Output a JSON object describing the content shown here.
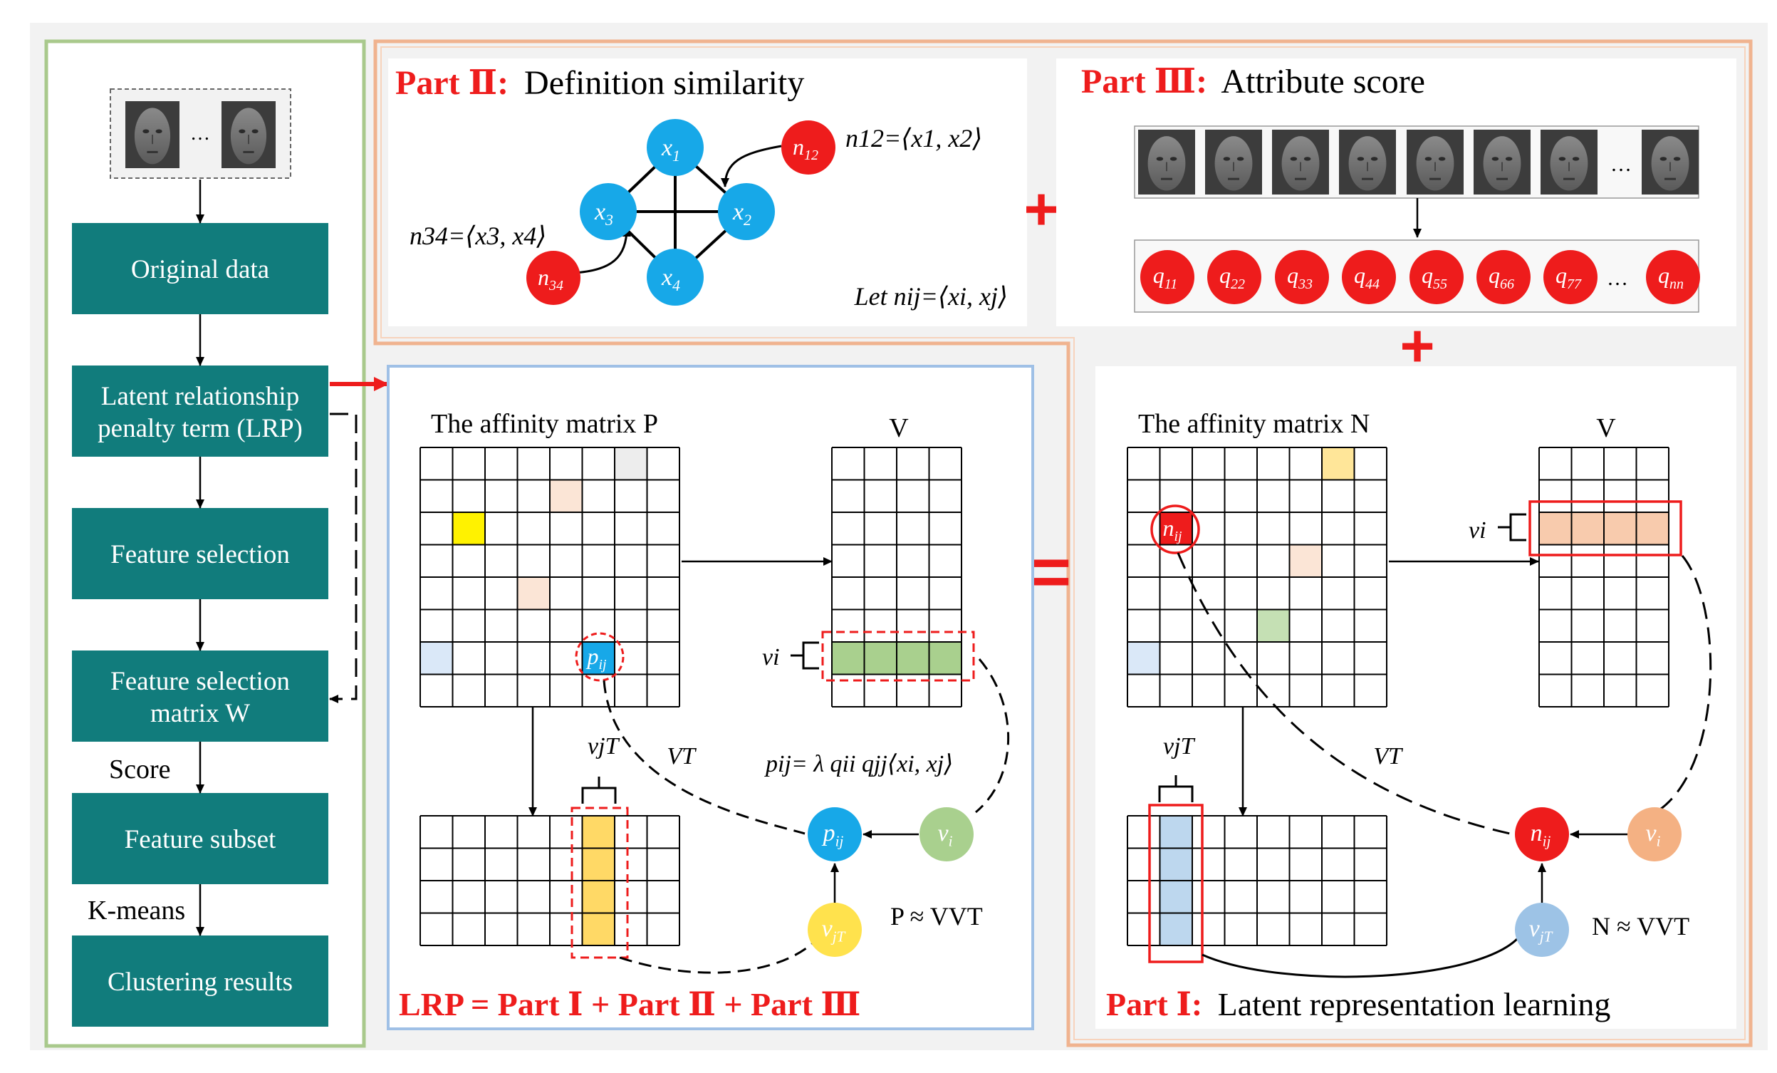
{
  "colors": {
    "teal": "#117C7C",
    "red": "#EE1C1C",
    "blue_node": "#17A8E8",
    "green_panel_border": "#A9C98C",
    "orange_panel_border": "#F0B38F",
    "blue_panel_border": "#9FC0E6",
    "yellow": "#FFF200",
    "peach": "#FBE5D6",
    "light_gray": "#EDEDED",
    "light_blue": "#DAE8F8",
    "green_row": "#A9D08E",
    "gold_col": "#FFD966",
    "salmon_row": "#F8CBAD",
    "light_green": "#C5E0B4",
    "steel_blue_col": "#BDD7EE",
    "green_node": "#A9D08E",
    "yellow_node": "#FFE24D",
    "salmon_node": "#F4B183",
    "light_blue_node": "#9DC3E6",
    "gold_cell": "#FFE699"
  },
  "flow": {
    "face_ellipsis": "…",
    "steps": [
      "Original data",
      [
        "Latent relationship",
        "penalty term (LRP)"
      ],
      "Feature selection",
      [
        "Feature selection",
        "matrix W"
      ],
      "Feature subset",
      "Clustering results"
    ],
    "edge_score": "Score",
    "edge_kmeans": "K-means"
  },
  "part2": {
    "title_prefix": "Part Ⅱ:",
    "title_text": "Definition similarity",
    "nodes": [
      "x",
      "x",
      "x",
      "x"
    ],
    "node_subs": [
      "1",
      "2",
      "3",
      "4"
    ],
    "pair_nodes": [
      "n12",
      "n34"
    ],
    "n12_label": "n12=⟨x1, x2⟩",
    "n34_label": "n34=⟨x3, x4⟩",
    "let_label": "Let nij=⟨xi, xj⟩"
  },
  "part3": {
    "title_prefix": "Part Ⅲ:",
    "title_text": "Attribute score",
    "face_ellipsis": "…",
    "q_nodes": [
      "q11",
      "q22",
      "q33",
      "q44",
      "q55",
      "q66",
      "q77",
      "qnn"
    ],
    "q_ellipsis": "…"
  },
  "operators": {
    "plus": "+",
    "equals": "="
  },
  "lrp_panel": {
    "matrix_p_title": "The affinity matrix P",
    "v_title": "V",
    "vt_title": "VT",
    "pij": "pij",
    "vi": "vi",
    "vjT": "vjT",
    "formula": "pij= λ qii qjj⟨xi, xj⟩",
    "approx": "P ≈ VVT",
    "equation": "LRP = Part Ⅰ + Part Ⅱ + Part Ⅲ"
  },
  "part1": {
    "matrix_n_title": "The affinity matrix N",
    "v_title": "V",
    "vt_title": "VT",
    "nij": "nij",
    "vi": "vi",
    "vjT": "vjT",
    "approx": "N ≈ VVT",
    "title_prefix": "Part Ⅰ:",
    "title_text": "Latent representation learning"
  }
}
